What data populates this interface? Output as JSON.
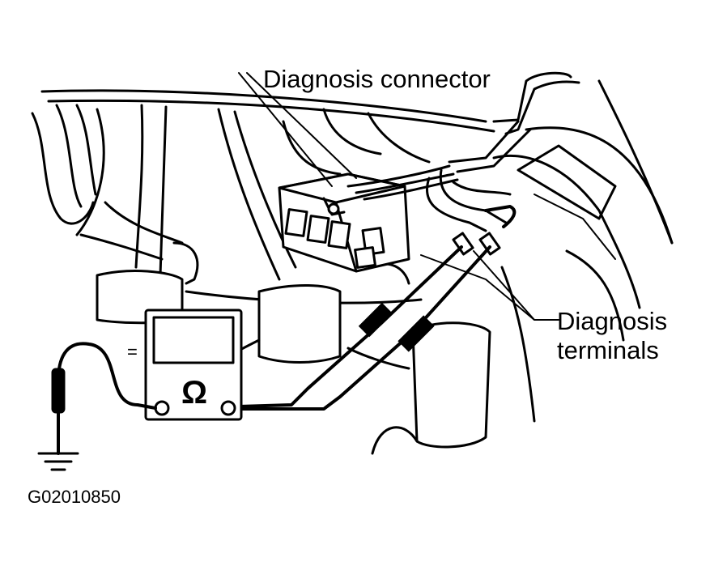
{
  "labels": {
    "diagnosis_connector": "Diagnosis connector",
    "diagnosis_terminals_line1": "Diagnosis",
    "diagnosis_terminals_line2": "terminals",
    "figure_id": "G02010850"
  },
  "meter": {
    "symbol": "Ω",
    "side_mark": "="
  }
}
